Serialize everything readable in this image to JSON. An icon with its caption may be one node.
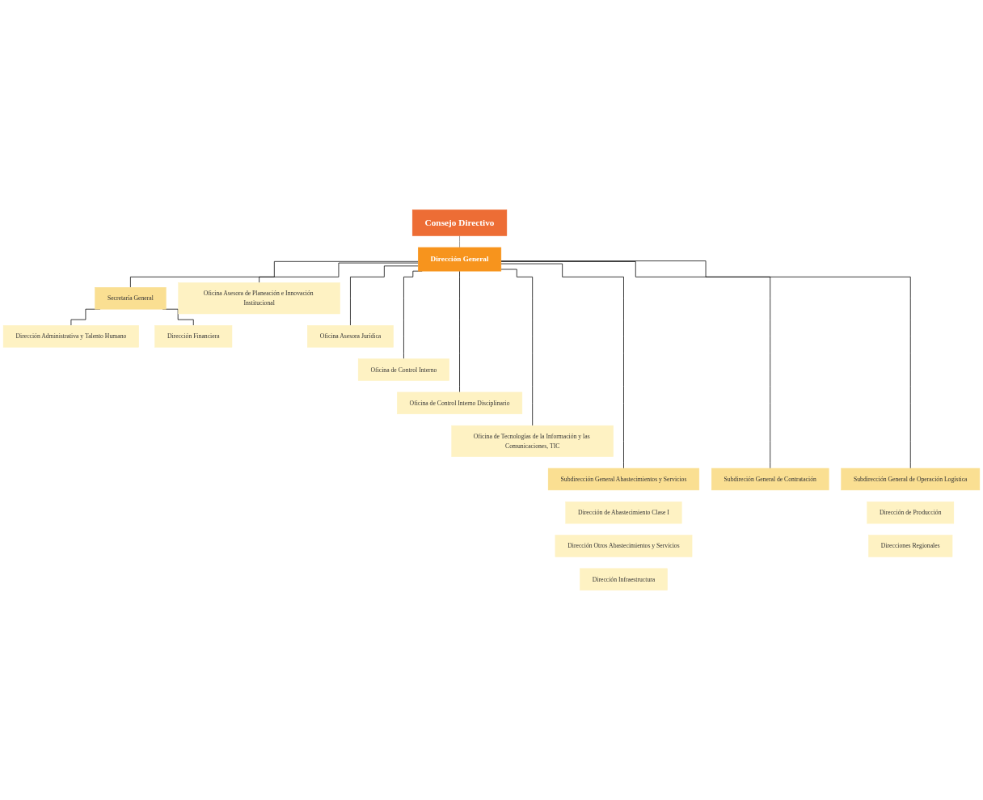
{
  "diagram": {
    "nodes": [
      {
        "text": [
          "Consejo Directivo"
        ]
      },
      {
        "text": [
          "Dirección General"
        ]
      },
      {
        "text": [
          "Secretaría General"
        ]
      },
      {
        "text": [
          "Dirección Administrativa y Talento Humano"
        ]
      },
      {
        "text": [
          "Dirección Financiera"
        ]
      },
      {
        "text": [
          "Oficina Asesora de Planeación e Innovación Institucional"
        ]
      },
      {
        "text": [
          "Oficina Asesora Jurídica"
        ]
      },
      {
        "text": [
          "Oficina de Control Interno"
        ]
      },
      {
        "text": [
          "Oficina de Control Interno Disciplinario"
        ]
      },
      {
        "text": [
          "Oficina de Tecnologías de la Información y las Comunicaciones, TIC"
        ]
      },
      {
        "text": [
          "Subdirección General Abastecimientos y Servicios"
        ]
      },
      {
        "text": [
          "Subdireción General de Contratación"
        ]
      },
      {
        "text": [
          "Subdirección General de Operación Logística"
        ]
      },
      {
        "text": [
          "Dirección de Abastecimiento Clase I"
        ]
      },
      {
        "text": [
          "Dirección Otros Abastecimientos y Servicios"
        ]
      },
      {
        "text": [
          "Dirección Infraestructura"
        ]
      },
      {
        "text": [
          "Dirección de Producción"
        ]
      },
      {
        "text": [
          "Direcciones Regionales"
        ]
      }
    ],
    "edges": [
      {
        "from": 0,
        "to": 1,
        "arrow": "none",
        "color": "#808080"
      },
      {
        "from": 1,
        "to": 2,
        "arrow": "none"
      },
      {
        "from": 2,
        "to": 3,
        "arrow": "none"
      },
      {
        "from": 2,
        "to": 4,
        "arrow": "none"
      },
      {
        "from": 1,
        "to": 5,
        "arrow": "none"
      },
      {
        "from": 1,
        "to": 6,
        "arrow": "none"
      },
      {
        "from": 1,
        "to": 7,
        "arrow": "none"
      },
      {
        "from": 1,
        "to": 8,
        "arrow": "none"
      },
      {
        "from": 1,
        "to": 9,
        "arrow": "none"
      },
      {
        "from": 1,
        "to": 10,
        "arrow": "none"
      },
      {
        "from": 1,
        "to": 11,
        "arrow": "none"
      },
      {
        "from": 1,
        "to": 12,
        "arrow": "none"
      }
    ]
  }
}
